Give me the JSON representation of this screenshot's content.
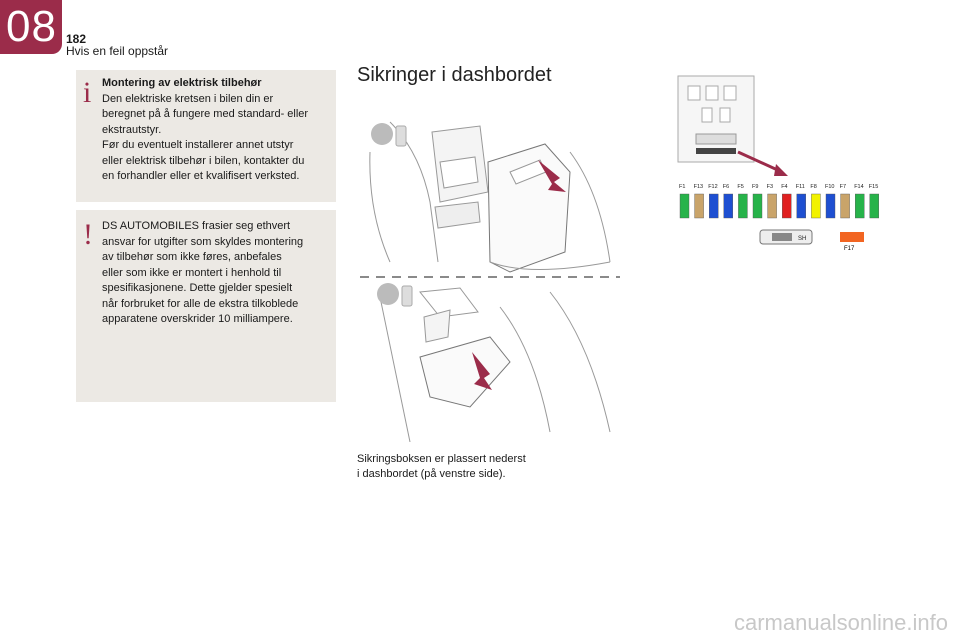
{
  "header": {
    "chapter": "08",
    "page_number": "182",
    "section": "Hvis en feil oppstår"
  },
  "info_box": {
    "icon": "info-icon",
    "title": "Montering av elektrisk tilbehør",
    "lines": [
      "Den elektriske kretsen i bilen din er",
      "beregnet på å fungere med standard- eller",
      "ekstrautstyr.",
      "Før du eventuelt installerer annet utstyr",
      "eller elektrisk tilbehør i bilen, kontakter du",
      "en forhandler eller et kvalifisert verksted."
    ]
  },
  "warning_box": {
    "icon": "warning-icon",
    "lines": [
      "DS AUTOMOBILES frasier seg ethvert",
      "ansvar for utgifter som skyldes montering",
      "av tilbehør som ikke føres, anbefales",
      "eller som ikke er montert i henhold til",
      "spesifikasjonene. Dette gjelder spesielt",
      "når forbruket for alle de ekstra tilkoblede",
      "apparatene overskrider 10 milliampere."
    ]
  },
  "main": {
    "heading": "Sikringer i dashbordet",
    "caption_lines": [
      "Sikringsboksen er plassert nederst",
      "i dashbordet (på venstre side)."
    ]
  },
  "fuse_diagram": {
    "fuses": [
      {
        "label": "F1",
        "color": "#27b34a"
      },
      {
        "label": "F13",
        "color": "#c9a46a"
      },
      {
        "label": "F12",
        "color": "#1e4fd1"
      },
      {
        "label": "F6",
        "color": "#1e4fd1"
      },
      {
        "label": "F5",
        "color": "#27b34a"
      },
      {
        "label": "F9",
        "color": "#27b34a"
      },
      {
        "label": "F3",
        "color": "#c9a46a"
      },
      {
        "label": "F4",
        "color": "#e02020"
      },
      {
        "label": "F11",
        "color": "#1e4fd1"
      },
      {
        "label": "F8",
        "color": "#f2f200"
      },
      {
        "label": "F10",
        "color": "#1e4fd1"
      },
      {
        "label": "F7",
        "color": "#c9a46a"
      },
      {
        "label": "F14",
        "color": "#27b34a"
      },
      {
        "label": "F15",
        "color": "#27b34a"
      }
    ],
    "shunt_label": "SH",
    "extra_fuse": {
      "label": "F17",
      "color": "#f26522"
    }
  },
  "watermark": "carmanualsonline.info",
  "colors": {
    "brand": "#9b2c4a",
    "box_bg": "#ece9e4"
  }
}
